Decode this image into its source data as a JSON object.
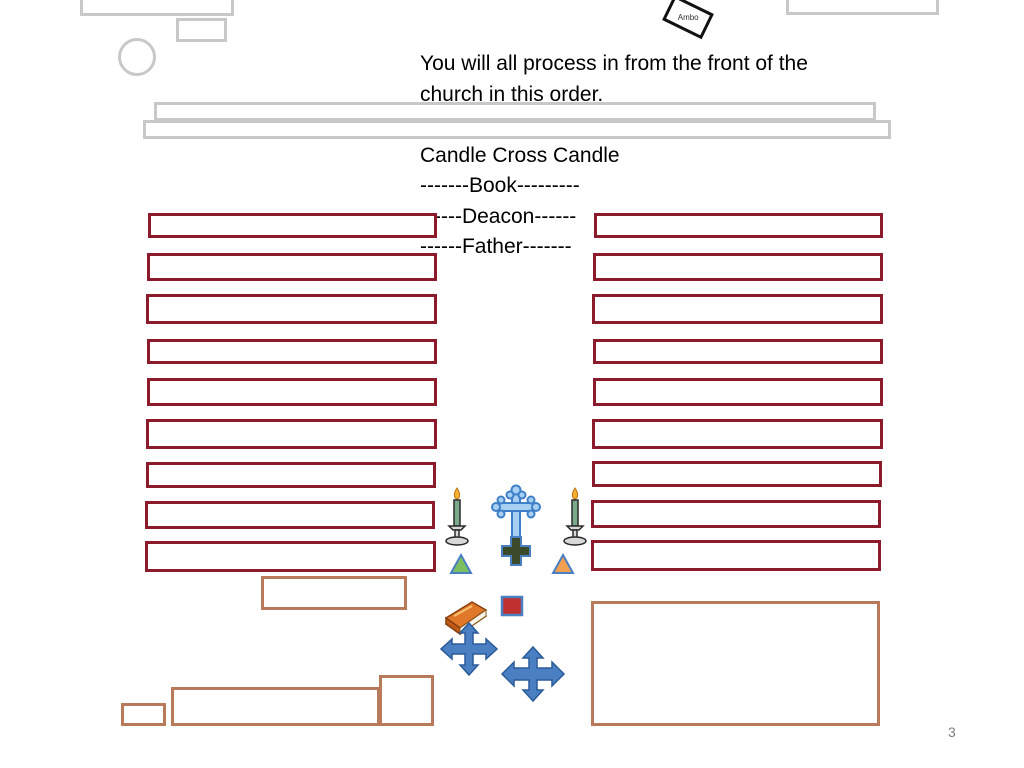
{
  "instructions": {
    "line1": "You will all process in from the front of the",
    "line2": "church in this order.",
    "line3": "",
    "line4": "Candle Cross Candle",
    "line5": "-------Book---------",
    "line6": "------Deacon------",
    "line7": "------Father-------"
  },
  "ambo": {
    "label": "Ambo"
  },
  "slide": {
    "number": "3"
  },
  "icons": {
    "candle": "candle-icon",
    "cross": "budded-cross-icon",
    "book": "book-icon",
    "marker": "four-way-arrow-icon",
    "triangle": "triangle-icon"
  },
  "colors": {
    "pew_border": "#8b1a2b",
    "altar_border": "#c8c8c8",
    "furniture_border": "#b87a5a",
    "marker_blue": "#4a7fc1",
    "cross_blue": "#6aa6e0",
    "candle_green": "#7aaa8a",
    "book_orange": "#e0782a",
    "triangle_green": "#7dbf60",
    "triangle_orange": "#f0a050",
    "dark_cross": "#3a4a2a",
    "red_square": "#c03030"
  }
}
